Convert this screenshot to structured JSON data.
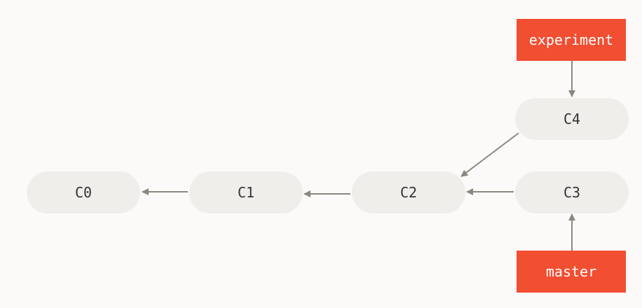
{
  "commits": {
    "c0": "C0",
    "c1": "C1",
    "c2": "C2",
    "c3": "C3",
    "c4": "C4"
  },
  "branches": {
    "experiment": "experiment",
    "master": "master"
  },
  "colors": {
    "background": "#fbfaf8",
    "commit_fill": "#efeeea",
    "commit_text": "#333333",
    "branch_fill": "#f14e32",
    "branch_text": "#ffffff",
    "edge": "#8a877f"
  }
}
